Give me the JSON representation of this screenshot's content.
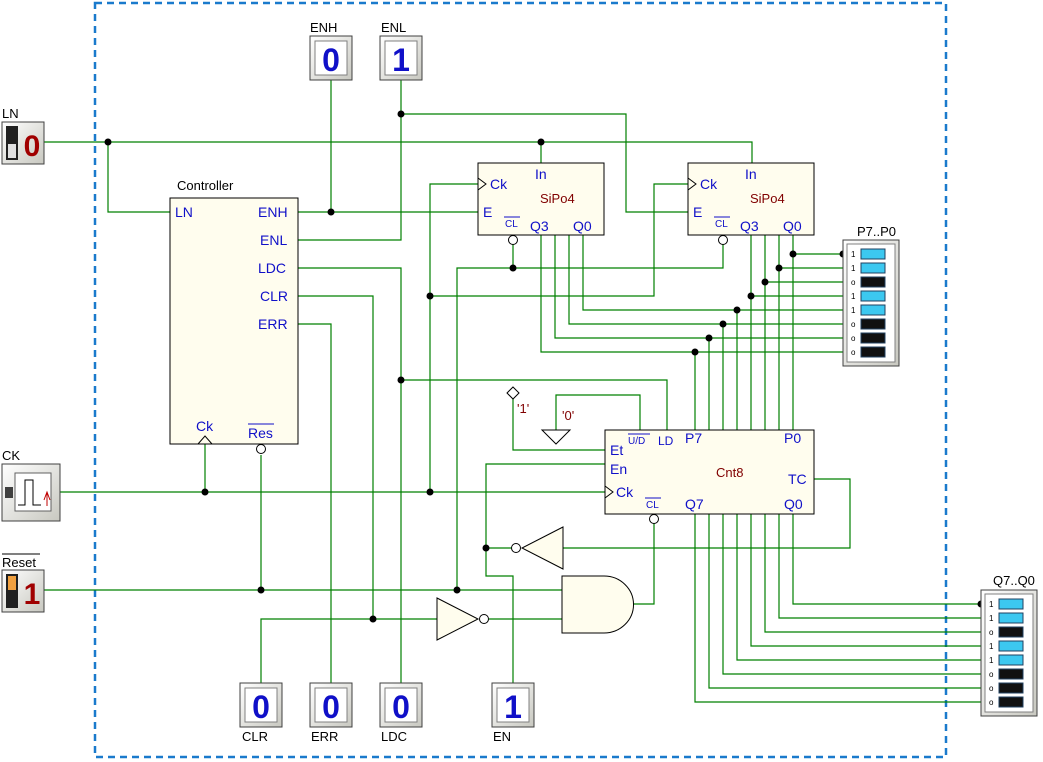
{
  "inputs": {
    "ln": {
      "label": "LN",
      "value": "0"
    },
    "ck": {
      "label": "CK"
    },
    "reset": {
      "label": "Reset",
      "value": "1"
    }
  },
  "probes": {
    "enh": {
      "label": "ENH",
      "value": "0"
    },
    "enl": {
      "label": "ENL",
      "value": "1"
    },
    "clr": {
      "label": "CLR",
      "value": "0"
    },
    "err": {
      "label": "ERR",
      "value": "0"
    },
    "ldc": {
      "label": "LDC",
      "value": "0"
    },
    "en": {
      "label": "EN",
      "value": "1"
    }
  },
  "controller": {
    "title": "Controller",
    "ln": "LN",
    "enh": "ENH",
    "enl": "ENL",
    "ldc": "LDC",
    "clr": "CLR",
    "err": "ERR",
    "ck": "Ck",
    "res": "Res"
  },
  "sipo_a": {
    "name": "SiPo4",
    "in": "In",
    "ck": "Ck",
    "e": "E",
    "cl": "CL",
    "q3": "Q3",
    "q0": "Q0"
  },
  "sipo_b": {
    "name": "SiPo4",
    "in": "In",
    "ck": "Ck",
    "e": "E",
    "cl": "CL",
    "q3": "Q3",
    "q0": "Q0"
  },
  "cnt8": {
    "name": "Cnt8",
    "ud": "U/D",
    "ld": "LD",
    "p7": "P7",
    "p0": "P0",
    "et": "Et",
    "en": "En",
    "tc": "TC",
    "ck": "Ck",
    "cl": "CL",
    "q7": "Q7",
    "q0": "Q0"
  },
  "constants": {
    "one": "'1'",
    "zero": "'0'"
  },
  "display_p": {
    "label": "P7..P0",
    "bits": [
      "1",
      "1",
      "0",
      "1",
      "1",
      "0",
      "0",
      "0"
    ]
  },
  "display_q": {
    "label": "Q7..Q0",
    "bits": [
      "1",
      "1",
      "0",
      "1",
      "1",
      "0",
      "0",
      "0"
    ]
  },
  "colors": {
    "wire": "#008000",
    "probe_digit": "#1010c8",
    "input_digit": "#a00000",
    "led_on": "#3cc8f0",
    "led_off": "#101010",
    "border": "#1a7acc"
  }
}
